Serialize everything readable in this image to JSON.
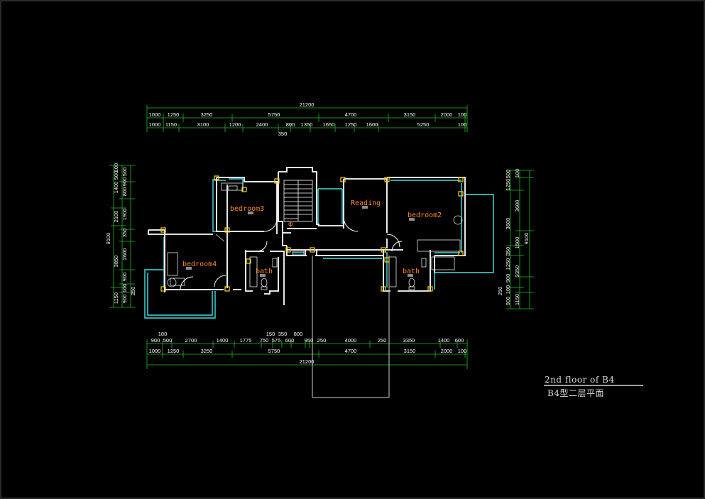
{
  "colors": {
    "background": "#000000",
    "wall": "#ffffff",
    "window": "#3fe3e3",
    "dimension": "#1fbf1f",
    "column": "#ffd21f",
    "room_label": "#ff8a1e",
    "title": "#d8d8d8"
  },
  "rooms": {
    "bedroom3": "bedroom3",
    "reading": "Reading",
    "bedroom2": "bedroom2",
    "bedroom4": "bedroom4",
    "bath_left": "bath",
    "bath_right": "bath"
  },
  "title": {
    "english": "2nd floor of B4",
    "chinese": "B4型二层平面"
  },
  "dimensions": {
    "top_total": "21200",
    "top_row1": [
      "1000",
      "1250",
      "3250",
      "5750",
      "4700",
      "3150",
      "2000",
      "100"
    ],
    "top_row2": [
      "1000",
      "1150",
      "3100",
      "1200",
      "2400",
      "800",
      "1350",
      "1650",
      "1250",
      "1600",
      "5250",
      "100"
    ],
    "top_row2_extra": "350",
    "bottom_row0": [
      "100",
      "150",
      "350",
      "800"
    ],
    "bottom_row1": [
      "900",
      "500",
      "2700",
      "1400",
      "1775",
      "750",
      "575",
      "600",
      "950",
      "250",
      "4000",
      "250",
      "3350",
      "1400",
      "600"
    ],
    "bottom_row2": [
      "1000",
      "1250",
      "3250",
      "5750",
      "4700",
      "3150",
      "2000",
      "100"
    ],
    "bottom_total": "21200",
    "left_outer": [
      "1400",
      "500",
      "100",
      "2100",
      "3850",
      "1150"
    ],
    "left_inner": [
      "800",
      "900",
      "500",
      "1900",
      "350",
      "2600",
      "900",
      "100",
      "900"
    ],
    "left_extra": "250",
    "left_total": "9100",
    "right_outer": [
      "1250",
      "500",
      "100",
      "3600",
      "3600",
      "1500",
      "3350",
      "1150"
    ],
    "right_inner": [
      "350",
      "1250",
      "900",
      "100",
      "900"
    ],
    "right_extra": "250",
    "right_total": "9100"
  }
}
